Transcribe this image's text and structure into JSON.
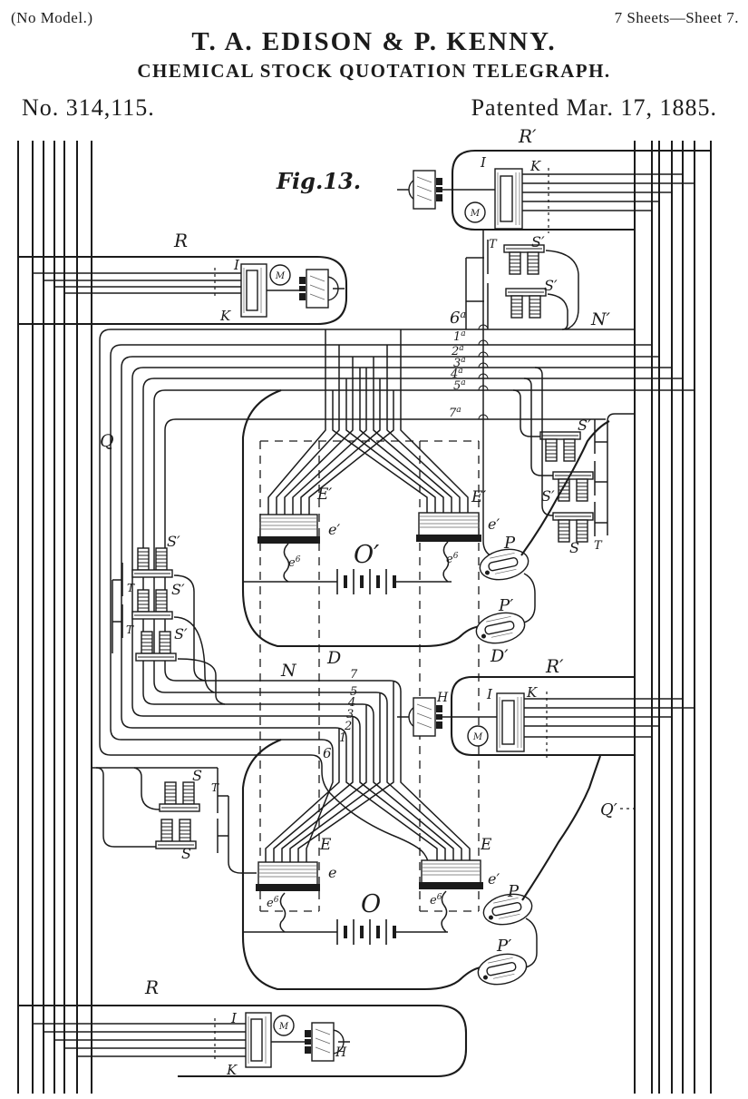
{
  "colors": {
    "ink": "#1b1b1b",
    "paper": "#ffffff"
  },
  "header": {
    "no_model": "(No Model.)",
    "sheet_info": "7 Sheets—Sheet 7.",
    "inventors": "T. A. EDISON & P. KENNY.",
    "invention_title": "CHEMICAL STOCK QUOTATION TELEGRAPH.",
    "patent_number": "No. 314,115.",
    "patent_date": "Patented Mar. 17, 1885."
  },
  "figure": {
    "caption": "Fig.13."
  },
  "labels": {
    "q": "Q",
    "q_prime": "Q′",
    "n": "N",
    "n_prime": "N′",
    "d": "D",
    "d_prime": "D′",
    "r_top": "R",
    "r_bottom": "R",
    "r_prime_tr": "R′",
    "r_prime_mr": "R′",
    "i_tl": "I",
    "k_tl": "K",
    "m_tl": "M",
    "i_tr": "I",
    "k_tr": "K",
    "m_tr": "M",
    "i_mr": "I",
    "k_mr": "K",
    "m_mr": "M",
    "h_mr": "H",
    "i_b": "I",
    "k_b": "K",
    "m_b": "M",
    "h_b": "H",
    "t_ur": "T",
    "s1_ur": "S′",
    "s2_ur": "S′",
    "s1_rc": "S′",
    "s2_rc": "S′",
    "s3_rc": "S",
    "t_rc": "T",
    "s1_lc": "S′",
    "t1_lc": "T",
    "s2_lc": "S′",
    "t2_lc": "T",
    "s3_lc": "S′",
    "s1_bl": "S",
    "t_bl": "T",
    "s2_bl": "S",
    "n7": "7",
    "n5": "5",
    "n4": "4",
    "n3": "3",
    "n2": "2",
    "n1": "1",
    "n6": "6",
    "e_prime_ul": "E′",
    "e_prime_ur": "E′",
    "el_ul": "e′",
    "el_ur": "e′",
    "o_prime": "O′",
    "p_u": "P",
    "p_prime_u": "P′",
    "e_ll": "E",
    "e_lr": "E",
    "el_ll": "e",
    "el_lr": "e′",
    "o_low": "O",
    "p_l": "P",
    "p_prime_l": "P′"
  },
  "band_labels": {
    "w6a": {
      "base": "6",
      "sup": "a"
    },
    "w1a": {
      "base": "1",
      "sup": "a"
    },
    "w2a": {
      "base": "2",
      "sup": "a"
    },
    "w3a": {
      "base": "3",
      "sup": "a"
    },
    "w4a": {
      "base": "4",
      "sup": "a"
    },
    "w5a": {
      "base": "5",
      "sup": "a"
    },
    "w7a": {
      "base": "7",
      "sup": "a"
    },
    "e6": {
      "base": "e",
      "sup": "6"
    }
  }
}
